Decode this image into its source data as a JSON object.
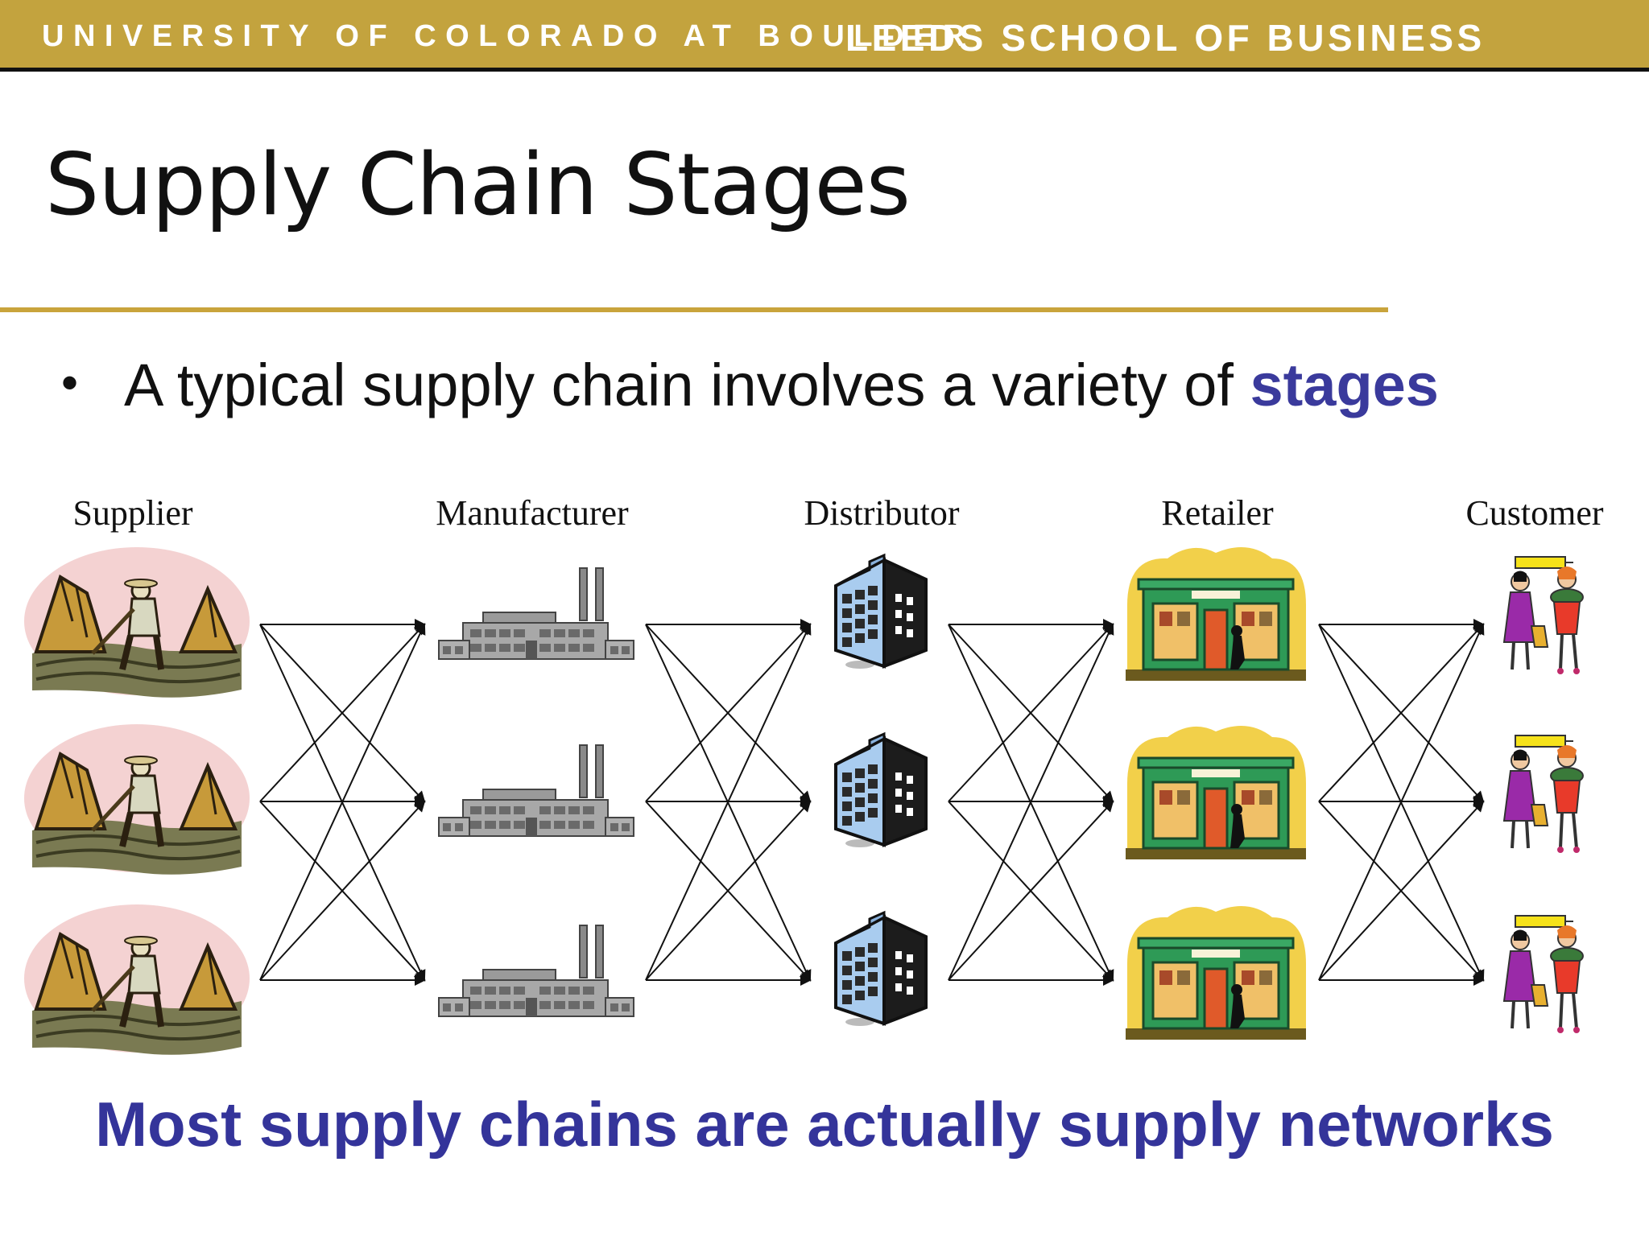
{
  "header": {
    "left_text": "UNIVERSITY OF COLORADO AT BOULDER",
    "right_text": "LEEDS SCHOOL OF BUSINESS"
  },
  "slide": {
    "title": "Supply Chain Stages",
    "bullet_text": "A typical supply chain involves a variety of ",
    "bullet_emphasis": "stages",
    "footer": "Most supply chains are actually supply networks"
  },
  "stages": [
    {
      "label": "Supplier",
      "icon": "farmer-haystack-icon"
    },
    {
      "label": "Manufacturer",
      "icon": "factory-icon"
    },
    {
      "label": "Distributor",
      "icon": "office-building-icon"
    },
    {
      "label": "Retailer",
      "icon": "storefront-icon"
    },
    {
      "label": "Customer",
      "icon": "shoppers-icon"
    }
  ],
  "colors": {
    "gold": "#c3a33e",
    "accent_blue": "#34349a"
  }
}
